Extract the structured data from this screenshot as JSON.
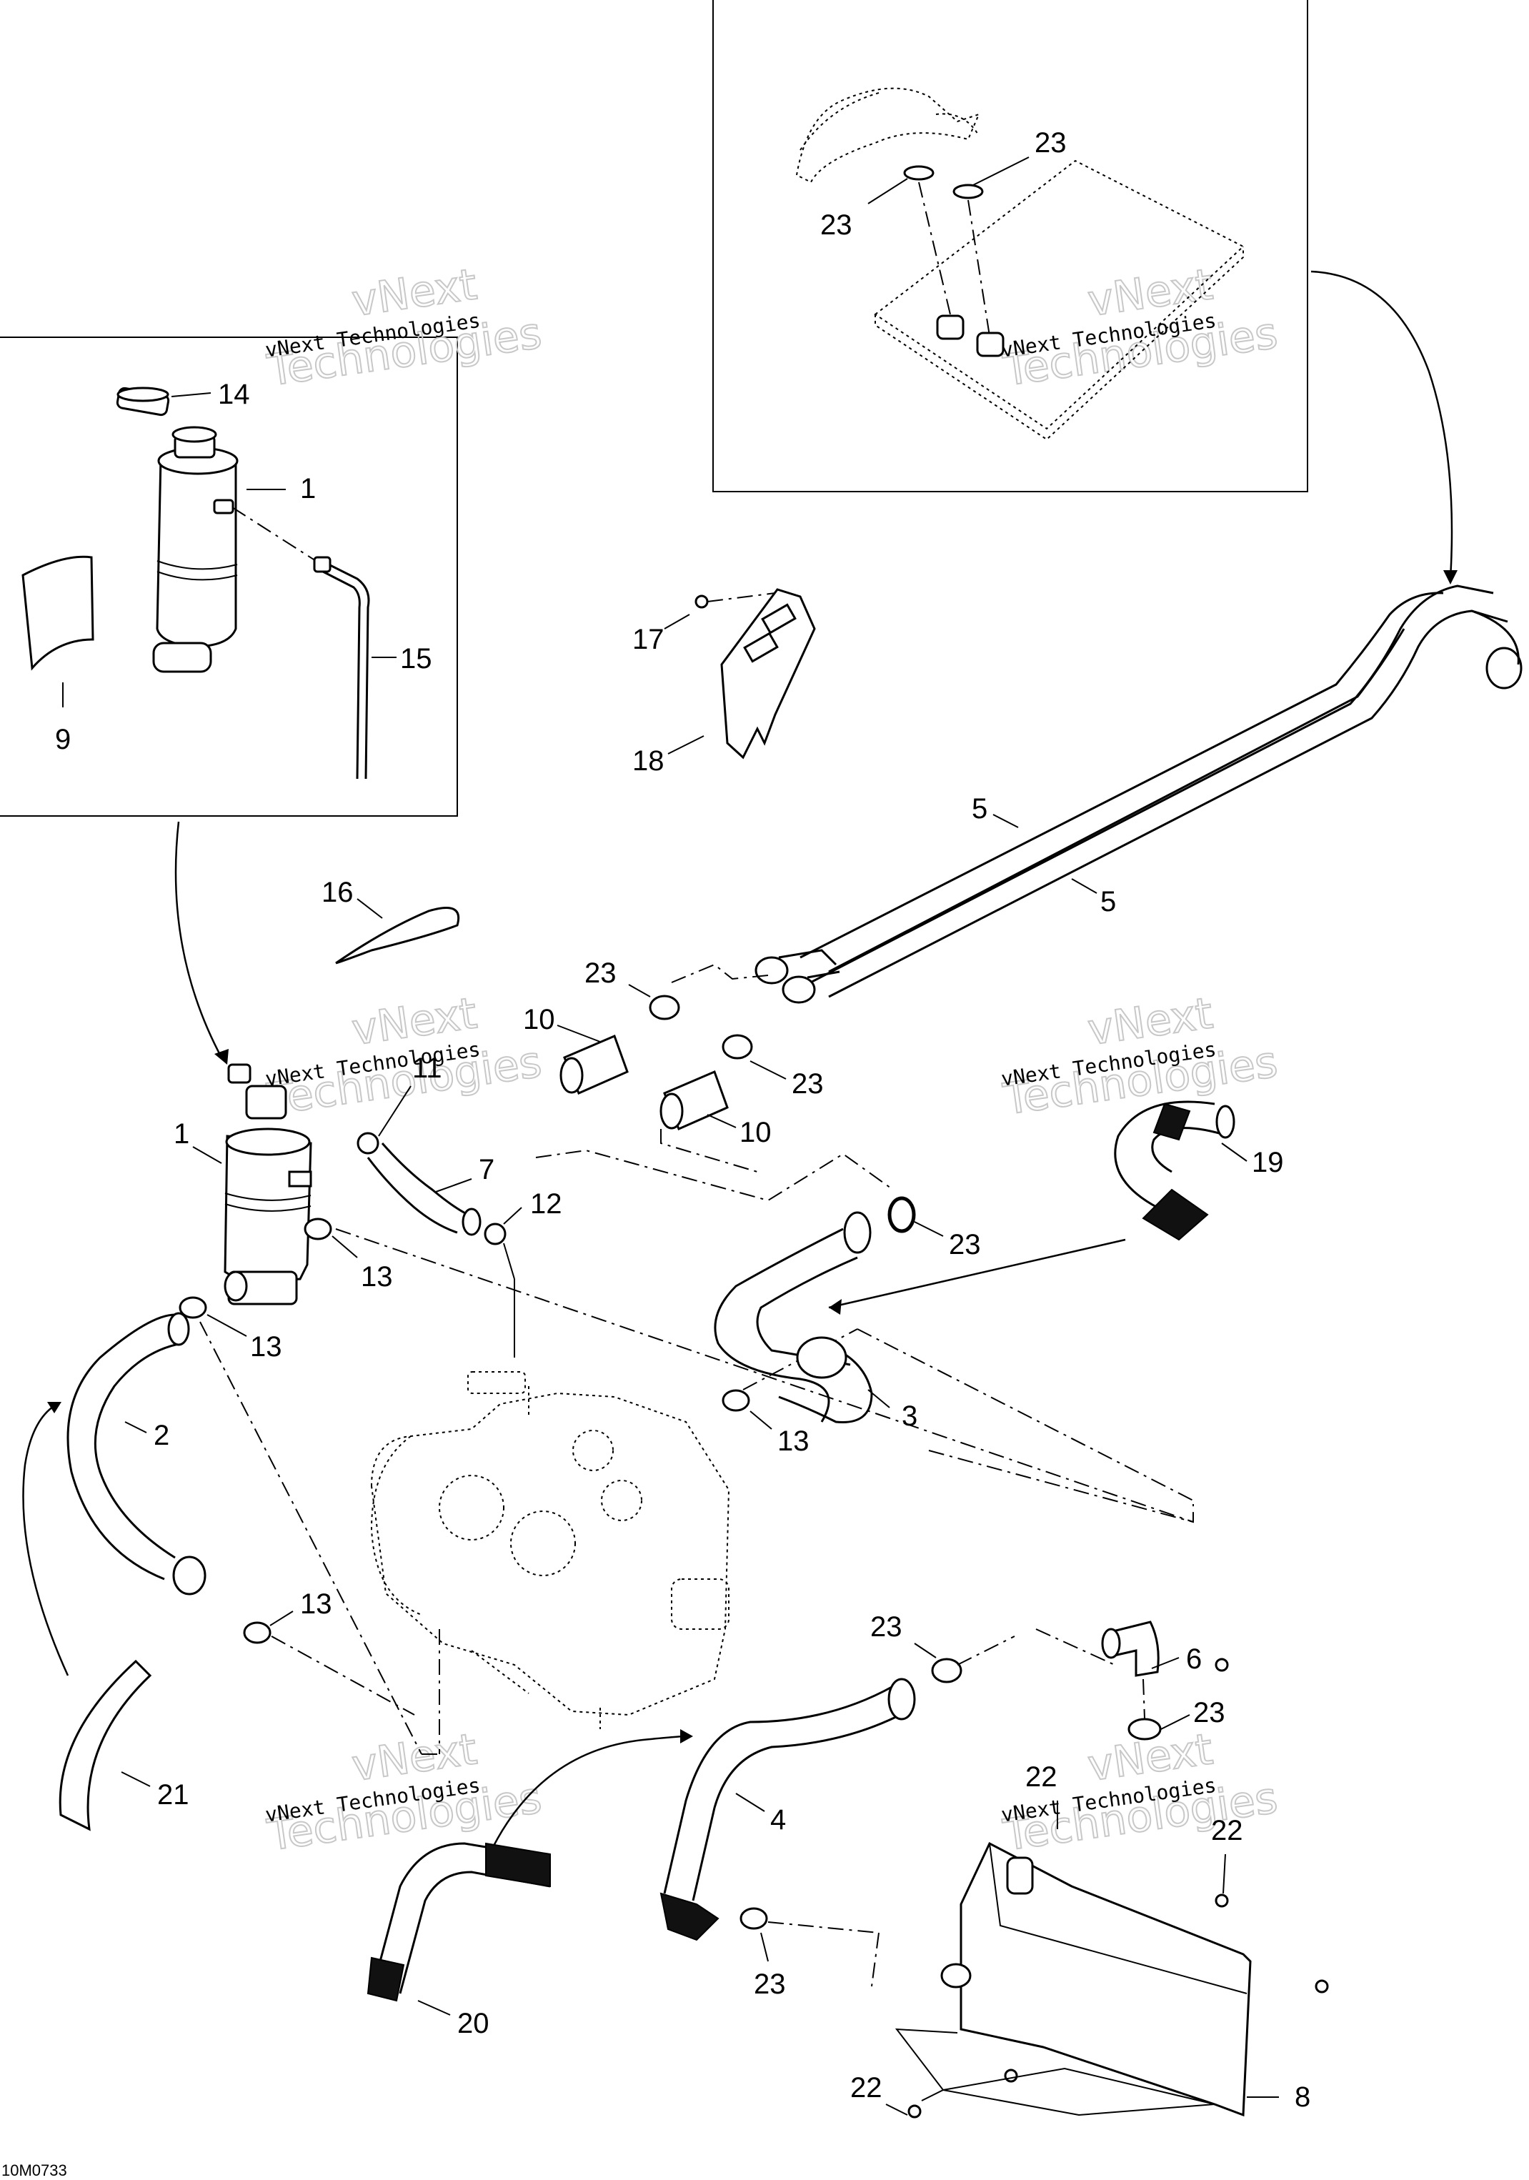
{
  "document_code": "10M0733",
  "watermarks": [
    {
      "small": "vNext Technologies",
      "big": "Technologies",
      "top": "vNext"
    },
    {
      "small": "vNext Technologies",
      "big": "Technologies",
      "top": "vNext"
    },
    {
      "small": "vNext Technologies",
      "big": "Technologies",
      "top": "vNext"
    },
    {
      "small": "vNext Technologies",
      "big": "Technologies",
      "top": "vNext"
    },
    {
      "small": "vNext Technologies",
      "big": "Technologies",
      "top": "vNext"
    },
    {
      "small": "vNext Technologies",
      "big": "Technologies",
      "top": "vNext"
    }
  ],
  "callouts": [
    {
      "id": "c14",
      "label": "14"
    },
    {
      "id": "c1a",
      "label": "1"
    },
    {
      "id": "c15",
      "label": "15"
    },
    {
      "id": "c9",
      "label": "9"
    },
    {
      "id": "c23a",
      "label": "23"
    },
    {
      "id": "c23b",
      "label": "23"
    },
    {
      "id": "c17",
      "label": "17"
    },
    {
      "id": "c18",
      "label": "18"
    },
    {
      "id": "c5a",
      "label": "5"
    },
    {
      "id": "c5b",
      "label": "5"
    },
    {
      "id": "c16",
      "label": "16"
    },
    {
      "id": "c23c",
      "label": "23"
    },
    {
      "id": "c10a",
      "label": "10"
    },
    {
      "id": "c23d",
      "label": "23"
    },
    {
      "id": "c10b",
      "label": "10"
    },
    {
      "id": "c11",
      "label": "11"
    },
    {
      "id": "c1b",
      "label": "1"
    },
    {
      "id": "c7",
      "label": "7"
    },
    {
      "id": "c12",
      "label": "12"
    },
    {
      "id": "c19",
      "label": "19"
    },
    {
      "id": "c23e",
      "label": "23"
    },
    {
      "id": "c13a",
      "label": "13"
    },
    {
      "id": "c13b",
      "label": "13"
    },
    {
      "id": "c2",
      "label": "2"
    },
    {
      "id": "c3",
      "label": "3"
    },
    {
      "id": "c13c",
      "label": "13"
    },
    {
      "id": "c13d",
      "label": "13"
    },
    {
      "id": "c23f",
      "label": "23"
    },
    {
      "id": "c6",
      "label": "6"
    },
    {
      "id": "c23g",
      "label": "23"
    },
    {
      "id": "c21",
      "label": "21"
    },
    {
      "id": "c4",
      "label": "4"
    },
    {
      "id": "c22a",
      "label": "22"
    },
    {
      "id": "c22b",
      "label": "22"
    },
    {
      "id": "c20",
      "label": "20"
    },
    {
      "id": "c23h",
      "label": "23"
    },
    {
      "id": "c22c",
      "label": "22"
    },
    {
      "id": "c8",
      "label": "8"
    }
  ]
}
